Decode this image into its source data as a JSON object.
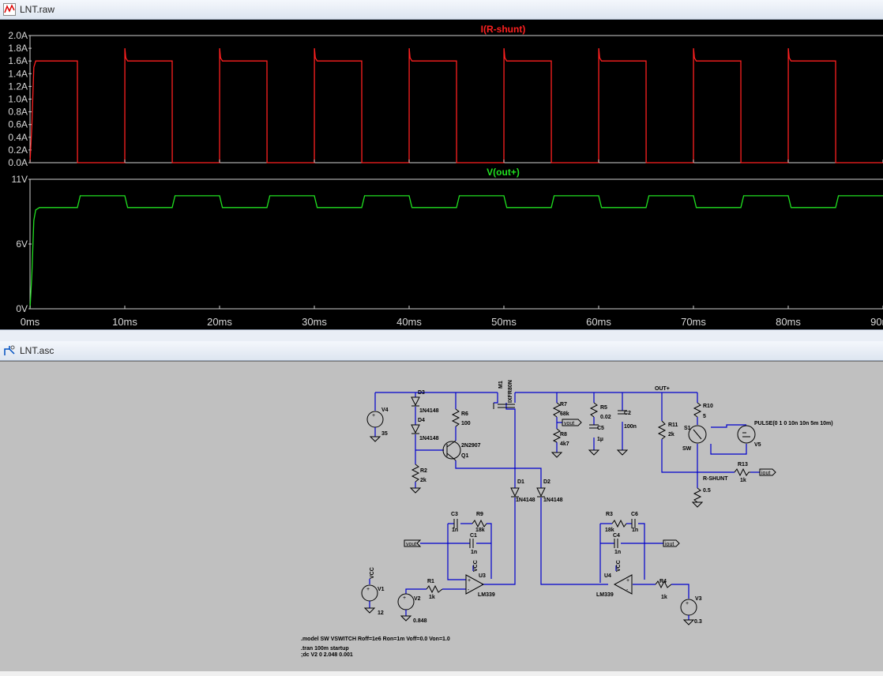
{
  "waveform_window": {
    "title": "LNT.raw",
    "icon": "waveform-icon"
  },
  "schematic_window": {
    "title": "LNT.asc",
    "icon": "schematic-icon"
  },
  "chart_data": [
    {
      "type": "line",
      "title": "I(R-shunt)",
      "color": "#ff2020",
      "ylim": [
        0,
        2.0
      ],
      "yticks": [
        "2.0A",
        "1.8A",
        "1.6A",
        "1.4A",
        "1.2A",
        "1.0A",
        "0.8A",
        "0.6A",
        "0.4A",
        "0.2A",
        "0.0A"
      ],
      "xlim": [
        0,
        90
      ],
      "series": [
        {
          "x": [
            0,
            0.2,
            0.4,
            0.6,
            5,
            5.01,
            10,
            10.01,
            10.1,
            10.3,
            15,
            15.01,
            20,
            20.01,
            20.1,
            20.3,
            25,
            25.01,
            30,
            30.01,
            30.1,
            30.3,
            35,
            35.01,
            40,
            40.01,
            40.1,
            40.3,
            45,
            45.01,
            50,
            50.01,
            50.1,
            50.3,
            55,
            55.01,
            60,
            60.01,
            60.1,
            60.3,
            65,
            65.01,
            70,
            70.01,
            70.1,
            70.3,
            75,
            75.01,
            80,
            80.01,
            80.1,
            80.3,
            85,
            85.01,
            90
          ],
          "y": [
            0,
            0.6,
            1.5,
            1.6,
            1.6,
            0,
            0,
            1.8,
            1.65,
            1.6,
            1.6,
            0,
            0,
            1.8,
            1.65,
            1.6,
            1.6,
            0,
            0,
            1.8,
            1.65,
            1.6,
            1.6,
            0,
            0,
            1.8,
            1.65,
            1.6,
            1.6,
            0,
            0,
            1.8,
            1.65,
            1.6,
            1.6,
            0,
            0,
            1.8,
            1.65,
            1.6,
            1.6,
            0,
            0,
            1.8,
            1.65,
            1.6,
            1.6,
            0,
            0,
            1.8,
            1.65,
            1.6,
            1.6,
            0,
            0
          ]
        }
      ]
    },
    {
      "type": "line",
      "title": "V(out+)",
      "color": "#20e020",
      "ylim": [
        0,
        11
      ],
      "yticks": [
        "11V",
        "6V",
        "0V"
      ],
      "xlim": [
        0,
        90
      ],
      "xticks": [
        "0ms",
        "10ms",
        "20ms",
        "30ms",
        "40ms",
        "50ms",
        "60ms",
        "70ms",
        "80ms",
        "90ms"
      ],
      "series": [
        {
          "x": [
            0,
            0.2,
            0.4,
            0.6,
            1,
            5,
            5.3,
            10,
            10.3,
            15,
            15.3,
            20,
            20.3,
            25,
            25.3,
            30,
            30.3,
            35,
            35.3,
            40,
            40.3,
            45,
            45.3,
            50,
            50.3,
            55,
            55.3,
            60,
            60.3,
            65,
            65.3,
            70,
            70.3,
            75,
            75.3,
            80,
            80.3,
            85,
            85.3,
            90
          ],
          "y": [
            0,
            3,
            7.5,
            8.4,
            8.6,
            8.6,
            9.6,
            9.6,
            8.6,
            8.6,
            9.6,
            9.6,
            8.6,
            8.6,
            9.6,
            9.6,
            8.6,
            8.6,
            9.6,
            9.6,
            8.6,
            8.6,
            9.6,
            9.6,
            8.6,
            8.6,
            9.6,
            9.6,
            8.6,
            8.6,
            9.6,
            9.6,
            8.6,
            8.6,
            9.6,
            9.6,
            8.6,
            8.6,
            9.6,
            9.6
          ]
        }
      ]
    }
  ],
  "schematic": {
    "components": {
      "V4": {
        "name": "V4",
        "value": "35"
      },
      "V1": {
        "name": "V1",
        "value": "12"
      },
      "V2": {
        "name": "V2",
        "value": "0.848"
      },
      "V3": {
        "name": "V3",
        "value": "0.3"
      },
      "V5": {
        "name": "V5",
        "value": "PULSE(0 1 0 10n 10n 5m 10m)"
      },
      "D3": {
        "name": "D3",
        "value": "1N4148"
      },
      "D4": {
        "name": "D4",
        "value": "1N4148"
      },
      "D1": {
        "name": "D1",
        "value": "1N4148"
      },
      "D2": {
        "name": "D2",
        "value": "1N4148"
      },
      "R6": {
        "name": "R6",
        "value": "100"
      },
      "R2": {
        "name": "R2",
        "value": "2k"
      },
      "Q1": {
        "name": "Q1",
        "value": "2N2907"
      },
      "M1": {
        "name": "M1",
        "value": "IXFR80N"
      },
      "R7": {
        "name": "R7",
        "value": "68k"
      },
      "R8": {
        "name": "R8",
        "value": "4k7"
      },
      "R5": {
        "name": "R5",
        "value": "0.02"
      },
      "C5": {
        "name": "C5",
        "value": "1µ"
      },
      "C2": {
        "name": "C2",
        "value": "100n"
      },
      "R11": {
        "name": "R11",
        "value": "2k"
      },
      "R10": {
        "name": "R10",
        "value": "5"
      },
      "S1": {
        "name": "S1",
        "value": "SW"
      },
      "R13": {
        "name": "R13",
        "value": "1k"
      },
      "RSHUNT": {
        "name": "R-SHUNT",
        "value": "0.5"
      },
      "C3": {
        "name": "C3",
        "value": "1n"
      },
      "R9": {
        "name": "R9",
        "value": "18k"
      },
      "C1": {
        "name": "C1",
        "value": "1n"
      },
      "U3": {
        "name": "U3",
        "value": "LM339"
      },
      "R1": {
        "name": "R1",
        "value": "1k"
      },
      "R3": {
        "name": "R3",
        "value": "18k"
      },
      "C6": {
        "name": "C6",
        "value": "1n"
      },
      "C4": {
        "name": "C4",
        "value": "1n"
      },
      "U4": {
        "name": "U4",
        "value": "LM339"
      },
      "R4": {
        "name": "R4",
        "value": "1k"
      }
    },
    "net_labels": {
      "vout": "vout",
      "iout": "iout",
      "out_plus": "OUT+",
      "vcc": "VCC"
    },
    "directives": [
      ".model SW VSWITCH Roff=1e6 Ron=1m Voff=0.0 Von=1.0",
      ".tran 100m startup",
      ";dc V2 0 2.048 0.001"
    ]
  }
}
